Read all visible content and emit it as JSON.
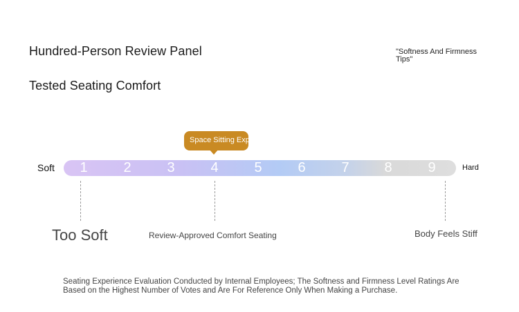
{
  "header": {
    "title_line1": "Hundred-Person Review Panel",
    "title_line2": "Tested Seating Comfort",
    "tips_link": "\"Softness And Firmness Tips\""
  },
  "scale": {
    "soft_label": "Soft",
    "hard_label": "Hard",
    "numbers": [
      "1",
      "2",
      "3",
      "4",
      "5",
      "6",
      "7",
      "8",
      "9"
    ],
    "selected_value": 4,
    "bubble_text": "Space Sitting Experience",
    "accent_color": "#c98a23"
  },
  "markers": {
    "too_soft": "Too Soft",
    "approved": "Review-Approved Comfort Seating",
    "stiff": "Body Feels Stiff"
  },
  "footnote": "Seating Experience Evaluation Conducted by Internal Employees; The Softness and Firmness Level Ratings Are Based on the Highest Number of Votes and Are For Reference Only When Making a Purchase."
}
